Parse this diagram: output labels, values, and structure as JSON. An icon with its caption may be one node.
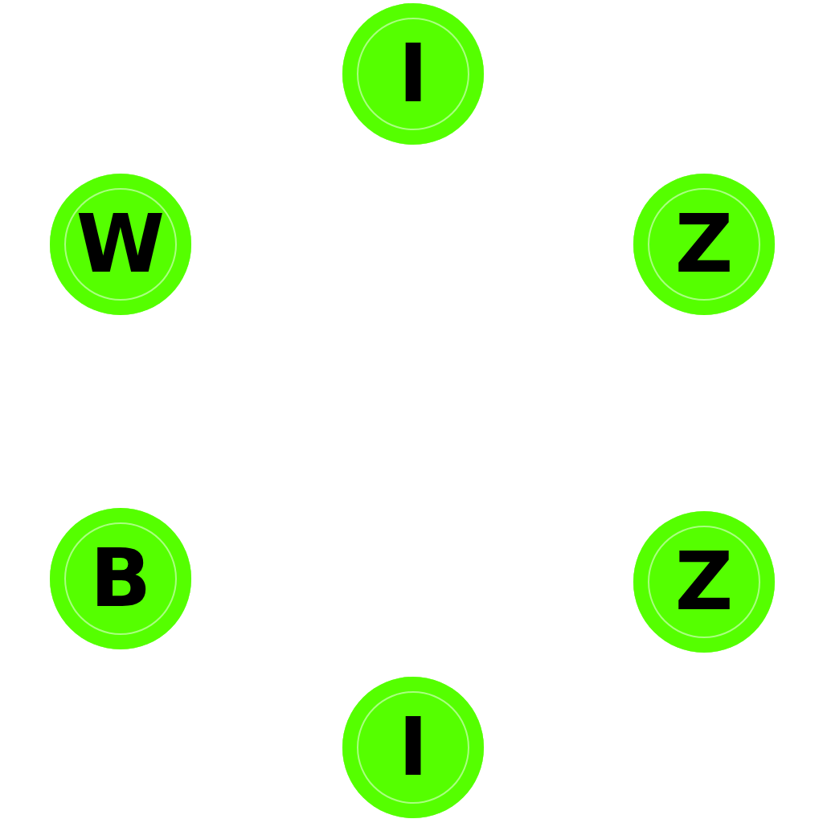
{
  "diagram": {
    "nodes": [
      {
        "text": [
          "I"
        ]
      },
      {
        "text": [
          "W"
        ]
      },
      {
        "text": [
          "Z"
        ]
      },
      {
        "text": [
          "B"
        ]
      },
      {
        "text": [
          "Z"
        ]
      },
      {
        "text": [
          "I"
        ]
      }
    ]
  }
}
